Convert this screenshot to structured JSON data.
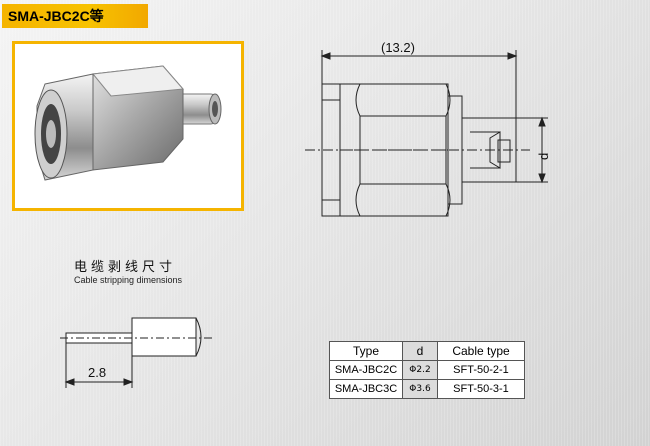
{
  "title": "SMA-JBC2C等",
  "drawing": {
    "overall_length": "(13.2)",
    "d_label": "d"
  },
  "stripping": {
    "title_cn": "电缆剥线尺寸",
    "title_en": "Cable stripping dimensions",
    "dimension": "2.8"
  },
  "table": {
    "headers": [
      "Type",
      "d",
      "Cable type"
    ],
    "rows": [
      [
        "SMA-JBC2C",
        "Φ2.2",
        "SFT-50-2-1"
      ],
      [
        "SMA-JBC3C",
        "Φ3.6",
        "SFT-50-3-1"
      ]
    ]
  },
  "colors": {
    "accent": "#f5b400"
  }
}
